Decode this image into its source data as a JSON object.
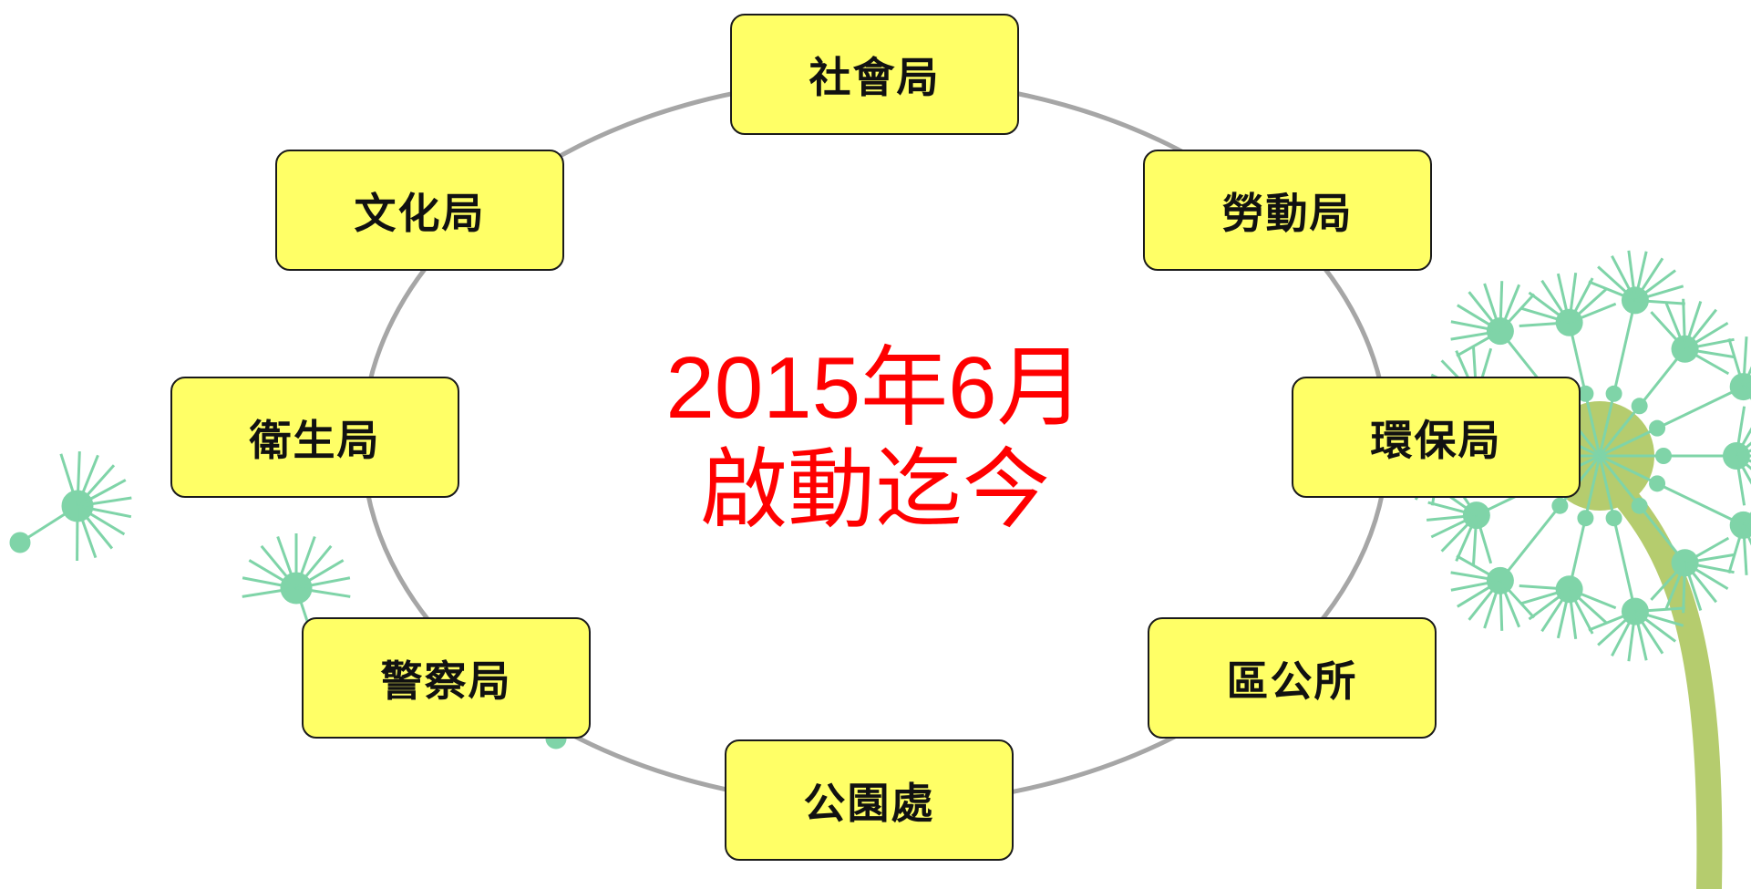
{
  "center": {
    "line1": "2015年6月",
    "line2": "啟動迄今"
  },
  "nodes": {
    "social": "社會局",
    "labor": "勞動局",
    "environment": "環保局",
    "district": "區公所",
    "parks": "公園處",
    "police": "警察局",
    "health": "衛生局",
    "culture": "文化局"
  },
  "colors": {
    "node_fill": "#ffff66",
    "node_border": "#1a1a1a",
    "ring": "#a6a6a6",
    "center_text": "#ff0000",
    "dandelion_seed": "#7fd4a8",
    "dandelion_stem": "#b5cc6e"
  },
  "decorations": [
    "dandelion-plant",
    "dandelion-seed-left",
    "dandelion-seed-lower-left"
  ]
}
